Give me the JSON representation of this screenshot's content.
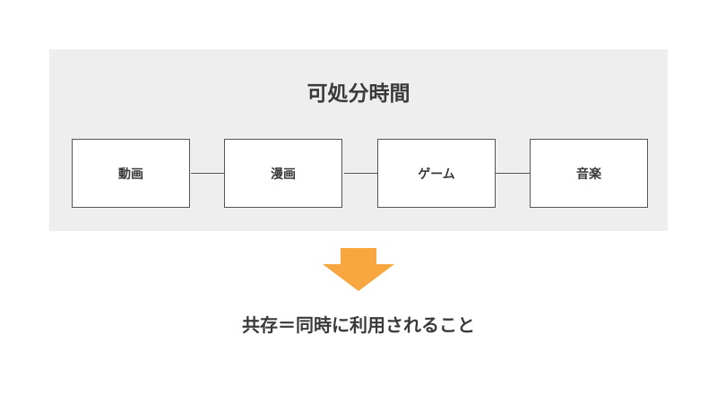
{
  "panel": {
    "title": "可処分時間",
    "items": [
      {
        "label": "動画"
      },
      {
        "label": "漫画"
      },
      {
        "label": "ゲーム"
      },
      {
        "label": "音楽"
      }
    ]
  },
  "caption": "共存＝同時に利用されること",
  "colors": {
    "panel_bg": "#eeeeee",
    "arrow": "#f7a640",
    "text": "#3a3a3a",
    "border": "#555555"
  }
}
